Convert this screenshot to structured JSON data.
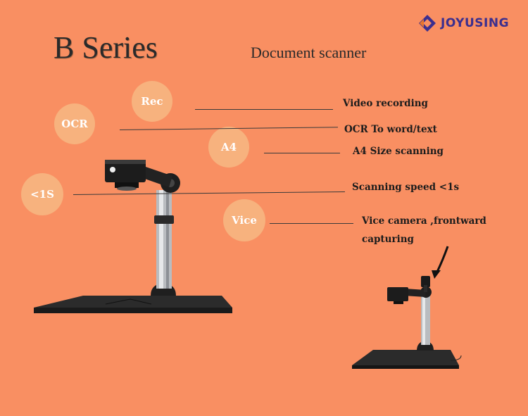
{
  "brand": {
    "name": "JOYUSING",
    "icon": "joyusing-logo-icon"
  },
  "title": "B Series",
  "subtitle": "Document scanner",
  "features": [
    {
      "badge": "Rec",
      "label": "Video recording"
    },
    {
      "badge": "OCR",
      "label": "OCR To word/text"
    },
    {
      "badge": "A4",
      "label": "A4 Size scanning"
    },
    {
      "badge": "<1S",
      "label": "Scanning speed <1s"
    },
    {
      "badge": "Vice",
      "label": "Vice camera ,frontward"
    }
  ],
  "vice_label_line2": "capturing",
  "colors": {
    "background": "#F98F62",
    "bubble": "#F7B27E",
    "brand": "#3B2F8F"
  }
}
